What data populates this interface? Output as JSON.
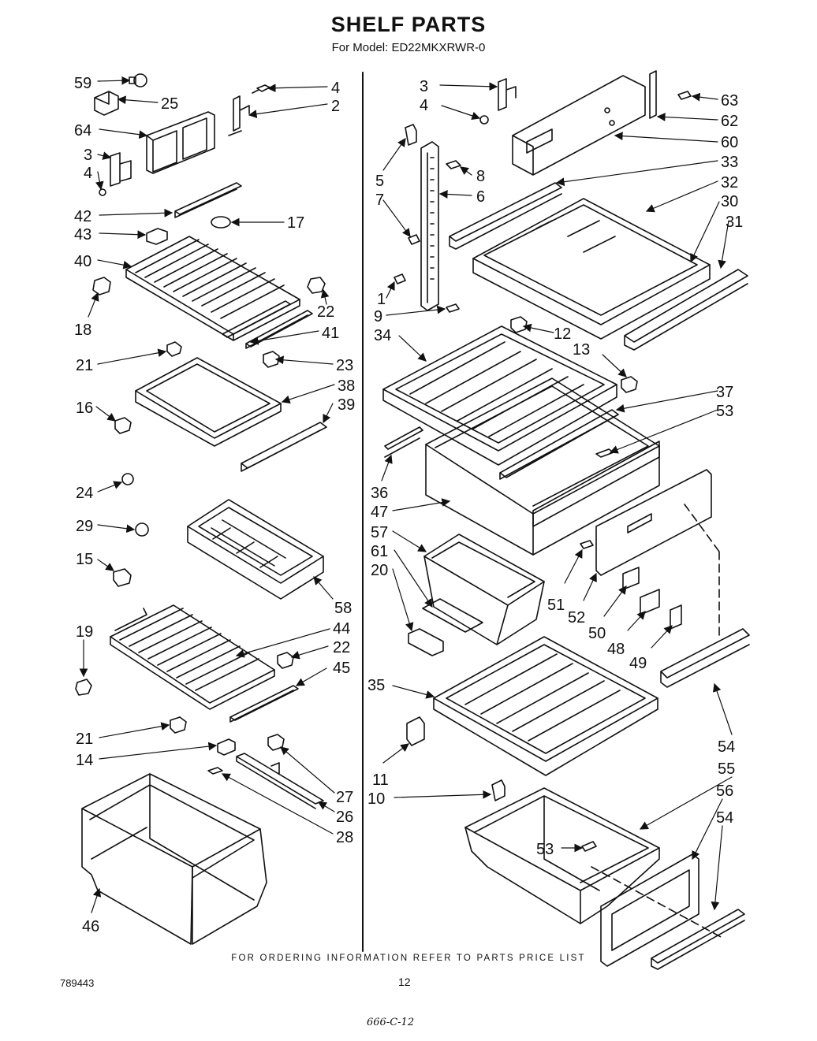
{
  "header": {
    "title": "SHELF PARTS",
    "subtitle": "For Model: ED22MKXRWR-0"
  },
  "parts": {
    "left_column": [
      "59",
      "25",
      "4",
      "2",
      "64",
      "3",
      "4",
      "42",
      "17",
      "43",
      "40",
      "18",
      "22",
      "41",
      "21",
      "23",
      "16",
      "38",
      "39",
      "24",
      "29",
      "15",
      "58",
      "19",
      "44",
      "22",
      "45",
      "21",
      "14",
      "27",
      "26",
      "28",
      "46"
    ],
    "right_column": [
      "3",
      "4",
      "63",
      "62",
      "60",
      "5",
      "8",
      "7",
      "6",
      "33",
      "32",
      "30",
      "31",
      "1",
      "9",
      "12",
      "34",
      "13",
      "37",
      "53",
      "36",
      "47",
      "57",
      "61",
      "20",
      "51",
      "52",
      "50",
      "48",
      "49",
      "35",
      "11",
      "10",
      "54",
      "55",
      "56",
      "54",
      "53"
    ]
  },
  "footer": {
    "ordering_note": "FOR ORDERING INFORMATION REFER TO PARTS PRICE LIST",
    "doc_number": "789443",
    "page_number": "12",
    "handwritten": "666-C-12"
  }
}
